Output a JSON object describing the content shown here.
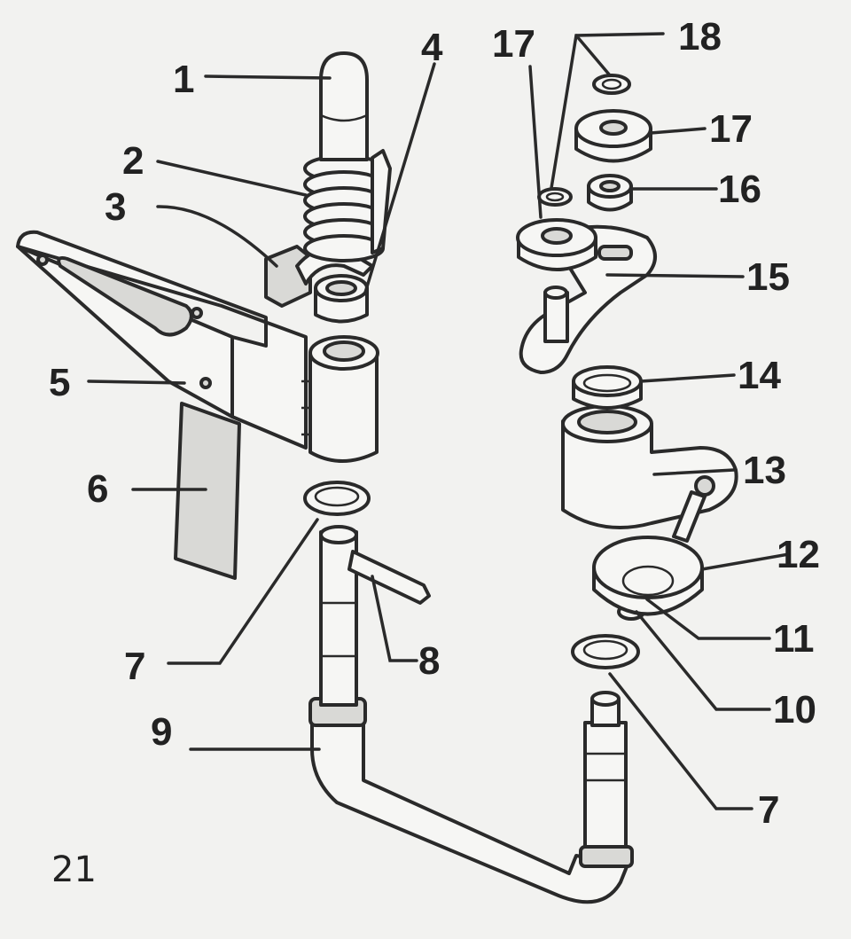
{
  "figure_number": "21",
  "callouts": [
    {
      "id": "c1",
      "text": "1"
    },
    {
      "id": "c2",
      "text": "2"
    },
    {
      "id": "c3",
      "text": "3"
    },
    {
      "id": "c4",
      "text": "4"
    },
    {
      "id": "c5",
      "text": "5"
    },
    {
      "id": "c6",
      "text": "6"
    },
    {
      "id": "c7a",
      "text": "7"
    },
    {
      "id": "c8",
      "text": "8"
    },
    {
      "id": "c9",
      "text": "9"
    },
    {
      "id": "c7b",
      "text": "7"
    },
    {
      "id": "c10",
      "text": "10"
    },
    {
      "id": "c11",
      "text": "11"
    },
    {
      "id": "c12",
      "text": "12"
    },
    {
      "id": "c13",
      "text": "13"
    },
    {
      "id": "c14",
      "text": "14"
    },
    {
      "id": "c15",
      "text": "15"
    },
    {
      "id": "c16",
      "text": "16"
    },
    {
      "id": "c17a",
      "text": "17"
    },
    {
      "id": "c17b",
      "text": "17"
    },
    {
      "id": "c18",
      "text": "18"
    }
  ]
}
